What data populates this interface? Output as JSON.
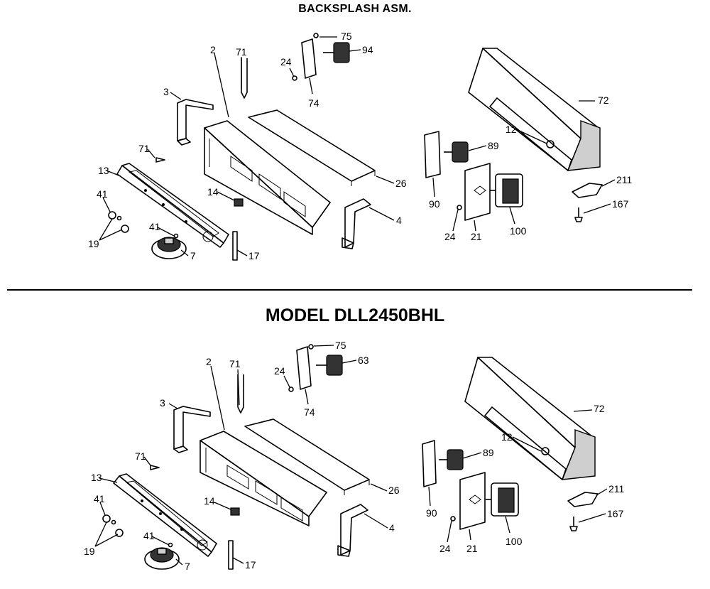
{
  "titles": {
    "assembly": "BACKSPLASH ASM.",
    "model": "MODEL DLL2450BHL"
  },
  "top_callouts": [
    "75",
    "94",
    "2",
    "71",
    "24",
    "74",
    "72",
    "3",
    "12",
    "89",
    "71",
    "13",
    "26",
    "211",
    "90",
    "14",
    "41",
    "167",
    "4",
    "24",
    "21",
    "100",
    "19",
    "41",
    "17",
    "7"
  ],
  "bottom_callouts": [
    "75",
    "63",
    "2",
    "71",
    "24",
    "74",
    "72",
    "3",
    "12",
    "89",
    "71",
    "13",
    "26",
    "211",
    "90",
    "14",
    "41",
    "167",
    "4",
    "24",
    "21",
    "100",
    "19",
    "41",
    "17",
    "7"
  ]
}
